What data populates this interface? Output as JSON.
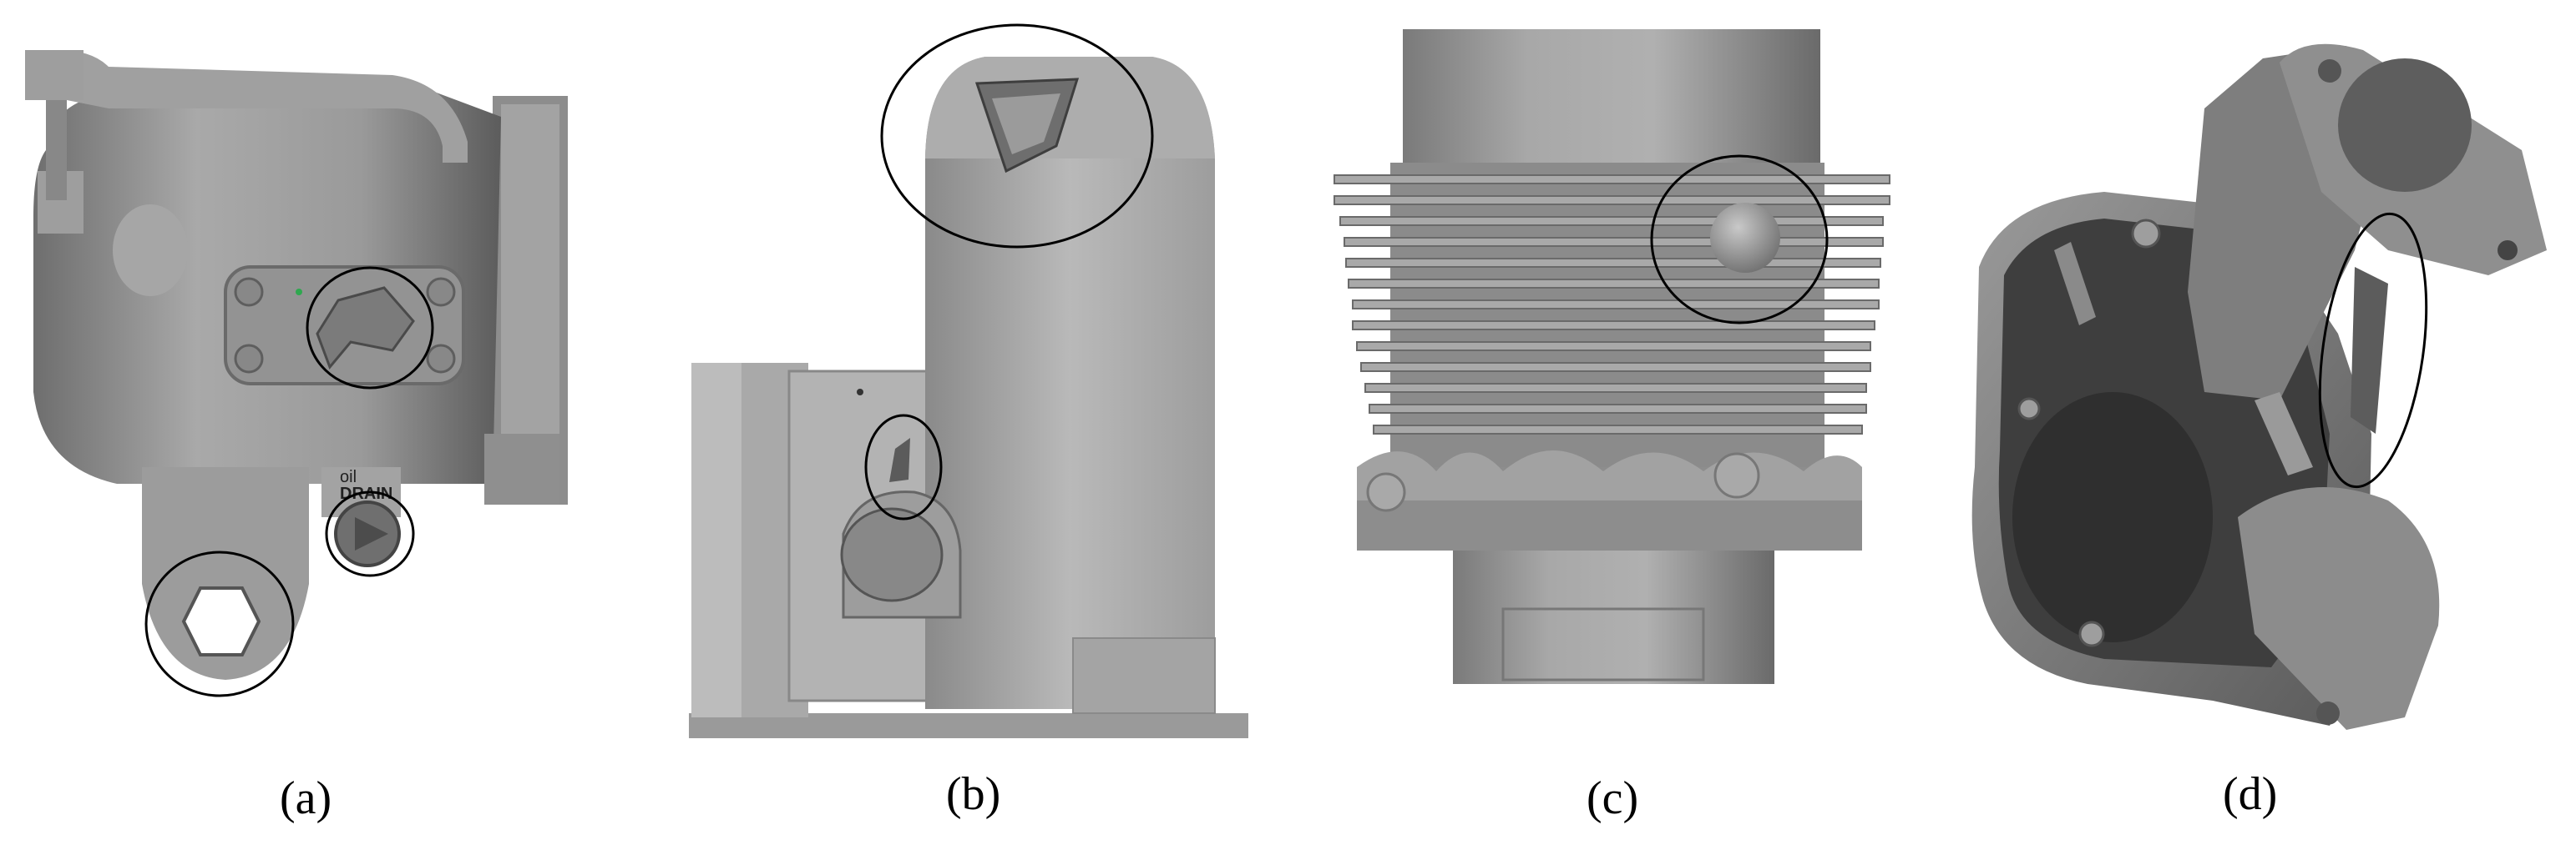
{
  "figure": {
    "panels": [
      {
        "label": "(a)",
        "part": "housing-cast-part"
      },
      {
        "label": "(b)",
        "part": "bracket-column-cast-part"
      },
      {
        "label": "(c)",
        "part": "finned-cylinder-cast-part"
      },
      {
        "label": "(d)",
        "part": "open-case-cast-part"
      }
    ],
    "embossed_text": {
      "oil": "oil",
      "drain": "DRAIN"
    },
    "colors": {
      "metal_light": "#b8b8b8",
      "metal_mid": "#8e8e8e",
      "metal_dark": "#4a4a4a",
      "circle": "#000000"
    }
  }
}
